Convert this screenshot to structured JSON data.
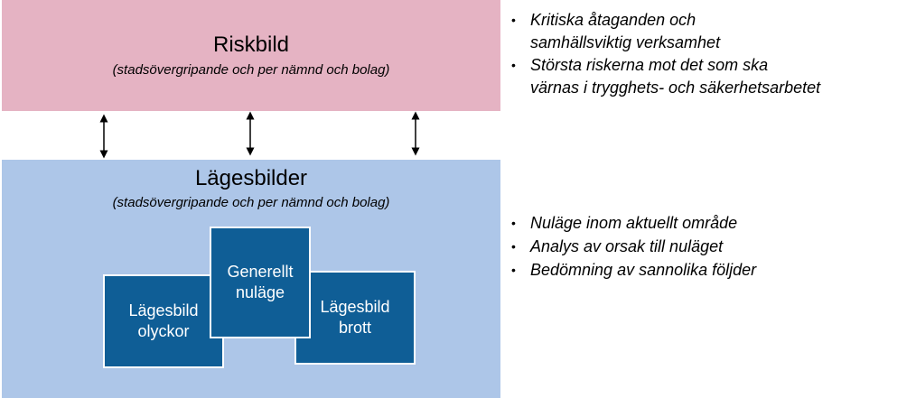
{
  "colors": {
    "risk_fill": "#e5b3c3",
    "lage_fill": "#adc6e8",
    "inner_fill": "#0f5e96",
    "inner_border": "#ffffff",
    "arrow": "#000000"
  },
  "riskbild": {
    "title": "Riskbild",
    "subtitle": "(stadsövergripande och per nämnd och bolag)"
  },
  "lagesbilder": {
    "title": "Lägesbilder",
    "subtitle": "(stadsövergripande och per nämnd och bolag)",
    "boxes": {
      "olyckor": "Lägesbild\nolyckor",
      "generellt": "Generellt\nnuläge",
      "brott": "Lägesbild\nbrott"
    }
  },
  "connector_count": 3,
  "bullets_top": [
    "Kritiska åtaganden och\nsamhällsviktig verksamhet",
    "Största riskerna mot det som ska\nvärnas i trygghets- och säkerhetsarbetet"
  ],
  "bullets_bottom": [
    "Nuläge inom aktuellt område",
    "Analys av orsak till nuläget",
    "Bedömning av sannolika följder"
  ],
  "bullet_glyph": "•"
}
